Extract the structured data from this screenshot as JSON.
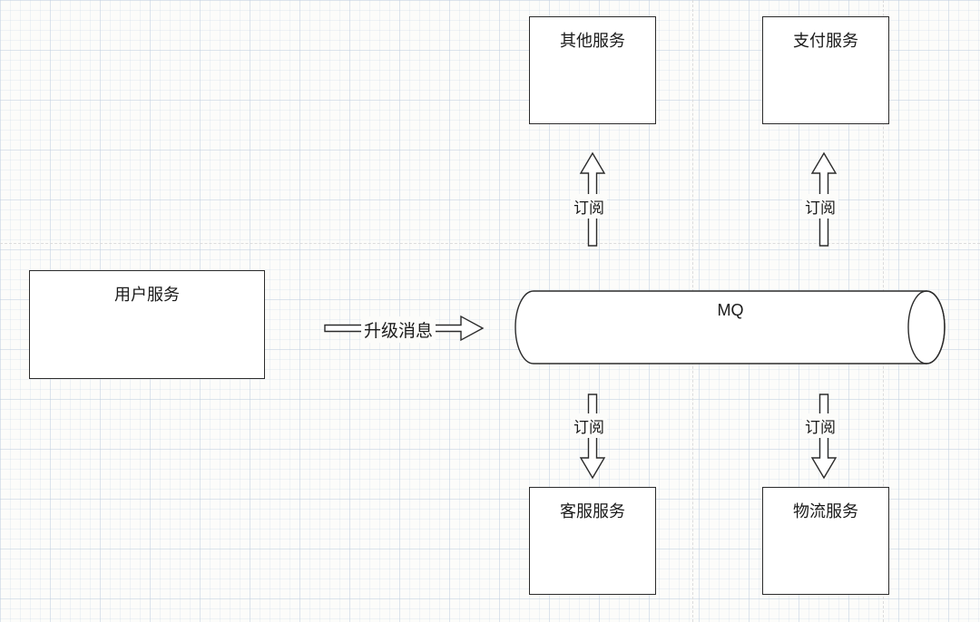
{
  "canvas": {
    "background": "#fcfcfa",
    "grid_color": "#d7e1ec",
    "stroke_color": "#2b2b2b"
  },
  "nodes": {
    "other_service": {
      "label": "其他服务"
    },
    "payment_service": {
      "label": "支付服务"
    },
    "user_service": {
      "label": "用户服务"
    },
    "mq": {
      "label": "MQ"
    },
    "customer_service": {
      "label": "客服服务"
    },
    "logistics_service": {
      "label": "物流服务"
    }
  },
  "edges": {
    "subscribe_other": {
      "label": "订阅"
    },
    "subscribe_payment": {
      "label": "订阅"
    },
    "subscribe_customer": {
      "label": "订阅"
    },
    "subscribe_logistics": {
      "label": "订阅"
    },
    "upgrade_message": {
      "label": "升级消息"
    }
  }
}
